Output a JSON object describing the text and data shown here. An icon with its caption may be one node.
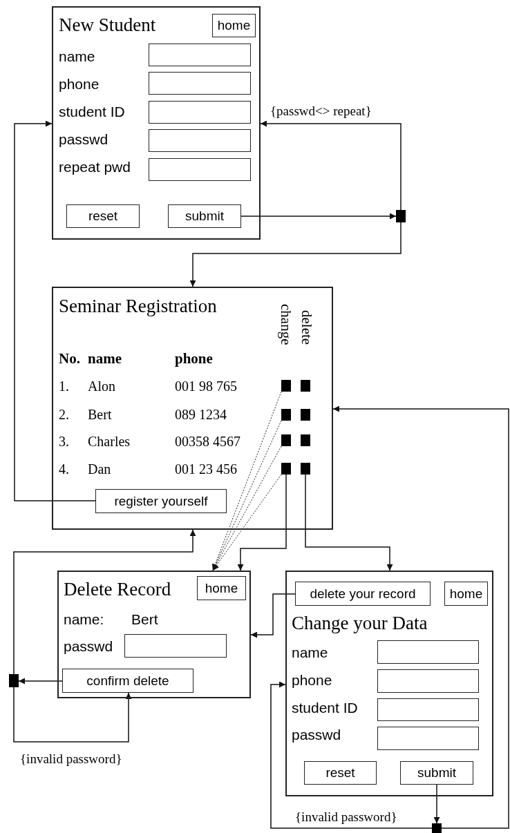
{
  "diagram": {
    "nodes": [
      {
        "text": [
          "New Student",
          "name",
          "phone",
          "student ID",
          "passwd",
          "repeat pwd"
        ]
      },
      {
        "text": [
          "home"
        ],
        "in": 0
      },
      {
        "text": [],
        "shape": "box",
        "in": 0
      },
      {
        "text": [],
        "shape": "box",
        "in": 0
      },
      {
        "text": [],
        "shape": "box",
        "in": 0
      },
      {
        "text": [],
        "shape": "box",
        "in": 0
      },
      {
        "text": [],
        "shape": "box",
        "in": 0
      },
      {
        "text": [
          "reset"
        ],
        "in": 0
      },
      {
        "text": [
          "submit"
        ],
        "in": 0
      },
      {
        "text": [],
        "shape": "box"
      },
      {
        "text": [
          "Seminar Registration",
          "change",
          "delete",
          "No.",
          "name",
          "phone",
          "1.",
          "Alon",
          "001 98 765",
          "2.",
          "Bert",
          "089 1234",
          "3.",
          "Charles",
          "00358 4567",
          "4.",
          "Dan",
          "001 23 456"
        ]
      },
      {
        "text": [],
        "shape": "box",
        "in": 10
      },
      {
        "text": [],
        "shape": "box",
        "in": 10
      },
      {
        "text": [],
        "shape": "box",
        "in": 10
      },
      {
        "text": [],
        "shape": "box",
        "in": 10
      },
      {
        "text": [],
        "shape": "box",
        "in": 10
      },
      {
        "text": [],
        "shape": "box",
        "in": 10
      },
      {
        "text": [],
        "shape": "box",
        "in": 10
      },
      {
        "text": [],
        "shape": "box",
        "in": 10
      },
      {
        "text": [
          "register yourself"
        ],
        "in": 10
      },
      {
        "text": [
          "Delete Record",
          "name:",
          "Bert",
          "passwd"
        ]
      },
      {
        "text": [
          "home"
        ],
        "in": 20
      },
      {
        "text": [],
        "shape": "box",
        "in": 20
      },
      {
        "text": [
          "confirm delete"
        ],
        "in": 20
      },
      {
        "text": [],
        "shape": "box"
      },
      {
        "text": [
          "Change your Data",
          "name",
          "phone",
          "student ID",
          "passwd"
        ]
      },
      {
        "text": [
          "delete your record"
        ],
        "in": 25
      },
      {
        "text": [
          "home"
        ],
        "in": 25
      },
      {
        "text": [],
        "shape": "box",
        "in": 25
      },
      {
        "text": [],
        "shape": "box",
        "in": 25
      },
      {
        "text": [],
        "shape": "box",
        "in": 25
      },
      {
        "text": [],
        "shape": "box",
        "in": 25
      },
      {
        "text": [
          "reset"
        ],
        "in": 25
      },
      {
        "text": [
          "submit"
        ],
        "in": 25
      },
      {
        "text": [],
        "shape": "box"
      }
    ],
    "edges": [
      {
        "from": 8,
        "to": 9,
        "arrow": "to"
      },
      {
        "from": 9,
        "to": 0,
        "arrow": "to",
        "label": "{passwd<> repeat}"
      },
      {
        "from": 9,
        "to": 10,
        "arrow": "to"
      },
      {
        "from": 19,
        "to": 0,
        "arrow": "to"
      },
      {
        "from": 34,
        "to": 10,
        "arrow": "to"
      },
      {
        "from": 11,
        "to": 20,
        "arrow": "to",
        "style": "dashed"
      },
      {
        "from": 13,
        "to": 20,
        "arrow": "to",
        "style": "dashed"
      },
      {
        "from": 15,
        "to": 20,
        "arrow": "to",
        "style": "dashed"
      },
      {
        "from": 17,
        "to": 20,
        "arrow": "to",
        "style": "dashed"
      },
      {
        "from": 17,
        "to": 20,
        "arrow": "to"
      },
      {
        "from": 18,
        "to": 25,
        "arrow": "to"
      },
      {
        "from": 26,
        "to": 20,
        "arrow": "to"
      },
      {
        "from": 23,
        "to": 24,
        "arrow": "to"
      },
      {
        "from": 24,
        "to": 10,
        "arrow": "to"
      },
      {
        "from": 24,
        "to": 23,
        "arrow": "to",
        "label": "{invalid password}"
      },
      {
        "from": 33,
        "to": 34,
        "arrow": "to"
      },
      {
        "from": 34,
        "to": 25,
        "arrow": "to",
        "label": "{invalid password}"
      }
    ]
  }
}
